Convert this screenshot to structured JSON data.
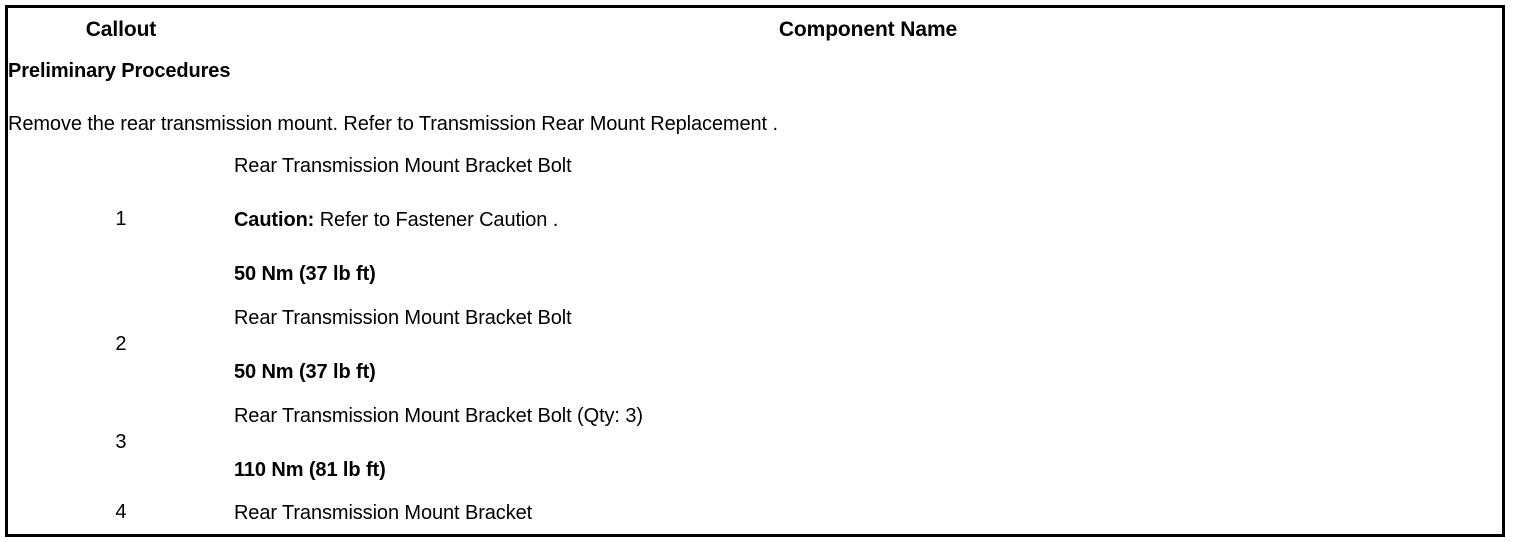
{
  "table": {
    "headers": {
      "callout": "Callout",
      "component_name": "Component Name"
    },
    "preliminary": {
      "title": "Preliminary Procedures",
      "text": "Remove the rear transmission mount. Refer to Transmission Rear Mount Replacement ."
    },
    "rows": [
      {
        "callout": "1",
        "name": "Rear Transmission Mount Bracket Bolt",
        "caution_label": "Caution:",
        "caution_text": " Refer to Fastener Caution .",
        "torque": "50 Nm (37 lb ft)"
      },
      {
        "callout": "2",
        "name": "Rear Transmission Mount Bracket Bolt",
        "torque": "50 Nm (37 lb ft)"
      },
      {
        "callout": "3",
        "name": "Rear Transmission Mount Bracket Bolt (Qty: 3)",
        "torque": "110 Nm (81 lb ft)"
      },
      {
        "callout": "4",
        "name": "Rear Transmission Mount Bracket"
      }
    ]
  },
  "colors": {
    "border": "#000000",
    "text": "#000000",
    "background": "#ffffff"
  }
}
